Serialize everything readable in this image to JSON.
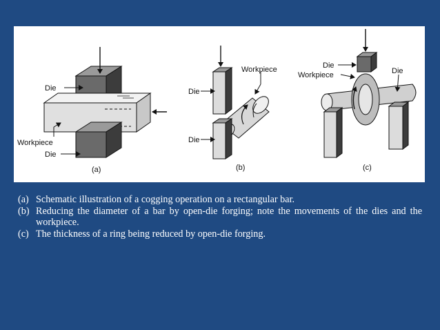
{
  "figure": {
    "panel_a": {
      "label": "(a)",
      "labels": {
        "die_top": "Die",
        "workpiece": "Workpiece",
        "die_bottom": "Die"
      }
    },
    "panel_b": {
      "label": "(b)",
      "labels": {
        "die_top": "Die",
        "workpiece": "Workpiece",
        "die_bottom": "Die"
      }
    },
    "panel_c": {
      "label": "(c)",
      "labels": {
        "die_top": "Die",
        "workpiece": "Workpiece",
        "die_right": "Die"
      }
    }
  },
  "captions": [
    {
      "key": "(a)",
      "text": "Schematic illustration of a cogging operation on a rectangular bar."
    },
    {
      "key": "(b)",
      "text": "Reducing the diameter of a bar by open-die forging; note the movements of the dies and the workpiece."
    },
    {
      "key": "(c)",
      "text": "The thickness of a ring being reduced by open-die forging."
    }
  ],
  "colors": {
    "background": "#1f4a82",
    "panel": "#ffffff",
    "die_dark": "#555555",
    "work_light": "#e2e2e2"
  }
}
